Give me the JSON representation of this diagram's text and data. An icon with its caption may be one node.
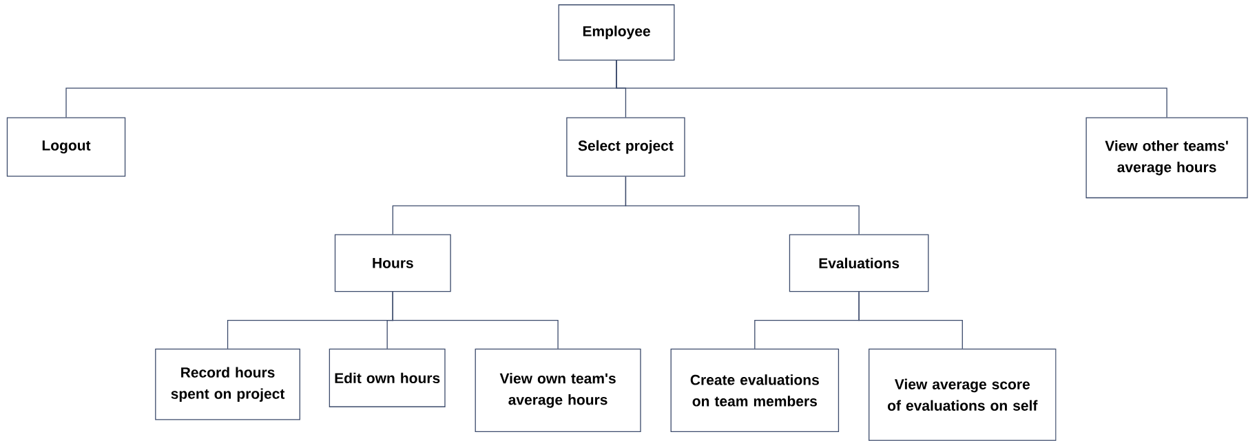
{
  "diagram": {
    "nodes": [
      {
        "text": [
          "Employee"
        ]
      },
      {
        "text": [
          "Logout"
        ]
      },
      {
        "text": [
          "Select project"
        ]
      },
      {
        "text": [
          "View other teams' average hours"
        ]
      },
      {
        "text": [
          "Hours"
        ]
      },
      {
        "text": [
          "Evaluations"
        ]
      },
      {
        "text": [
          "Record hours spent on project"
        ]
      },
      {
        "text": [
          "Edit own hours"
        ]
      },
      {
        "text": [
          "View own team's average hours"
        ]
      },
      {
        "text": [
          "Create evaluations on team members"
        ]
      },
      {
        "text": [
          "View average score of evaluations on self"
        ]
      }
    ],
    "edges": [
      {
        "from": 0,
        "to": 1,
        "arrow": "none"
      },
      {
        "from": 0,
        "to": 2,
        "arrow": "none"
      },
      {
        "from": 0,
        "to": 3,
        "arrow": "none"
      },
      {
        "from": 2,
        "to": 4,
        "arrow": "none"
      },
      {
        "from": 2,
        "to": 5,
        "arrow": "none"
      },
      {
        "from": 4,
        "to": 6,
        "arrow": "none"
      },
      {
        "from": 4,
        "to": 7,
        "arrow": "none"
      },
      {
        "from": 4,
        "to": 8,
        "arrow": "none"
      },
      {
        "from": 5,
        "to": 9,
        "arrow": "none"
      },
      {
        "from": 5,
        "to": 10,
        "arrow": "none"
      }
    ]
  }
}
